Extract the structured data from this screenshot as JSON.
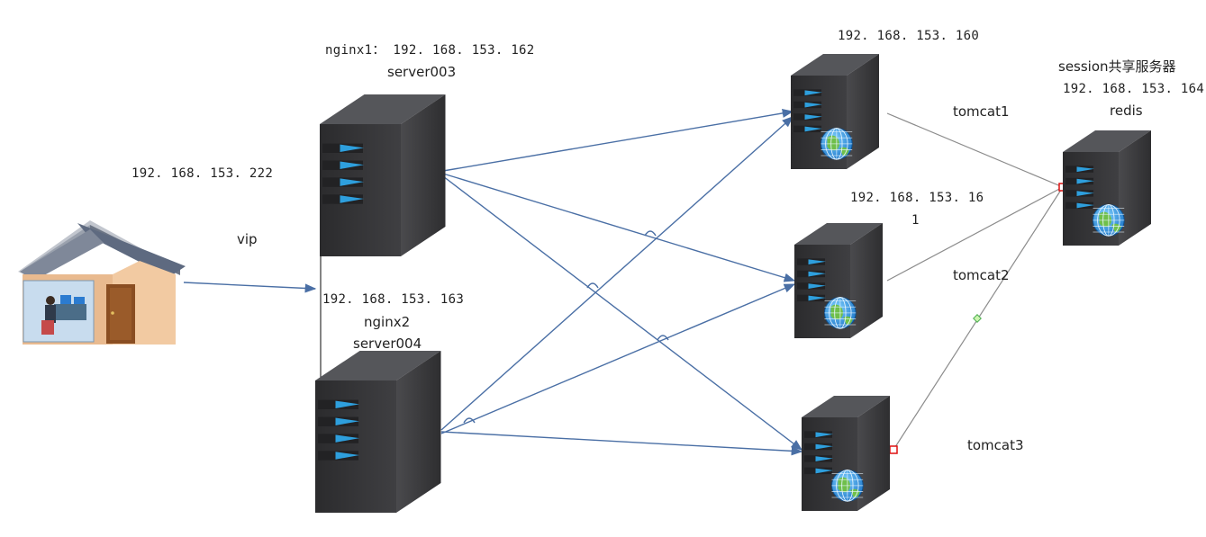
{
  "client": {
    "vip_ip": "192. 168. 153. 222",
    "vip_label": "vip"
  },
  "nginx1": {
    "name_ip": "nginx1： 192. 168. 153. 162",
    "host": "server003"
  },
  "nginx2": {
    "ip": "192. 168. 153. 163",
    "name": "nginx2",
    "host": "server004"
  },
  "tomcat1": {
    "ip": "192. 168. 153. 160",
    "name": "tomcat1"
  },
  "tomcat2": {
    "ip_line1": "192. 168. 153. 16",
    "ip_line2": "1",
    "name": "tomcat2"
  },
  "tomcat3": {
    "name": "tomcat3"
  },
  "session_server": {
    "title": "session共享服务器",
    "ip": "192. 168. 153. 164",
    "name": "redis"
  },
  "colors": {
    "arrow": "#4a6fa5",
    "session_line": "#8c8c8c",
    "server_body": "#3b3b3d",
    "server_light": "#2fa6e8"
  }
}
